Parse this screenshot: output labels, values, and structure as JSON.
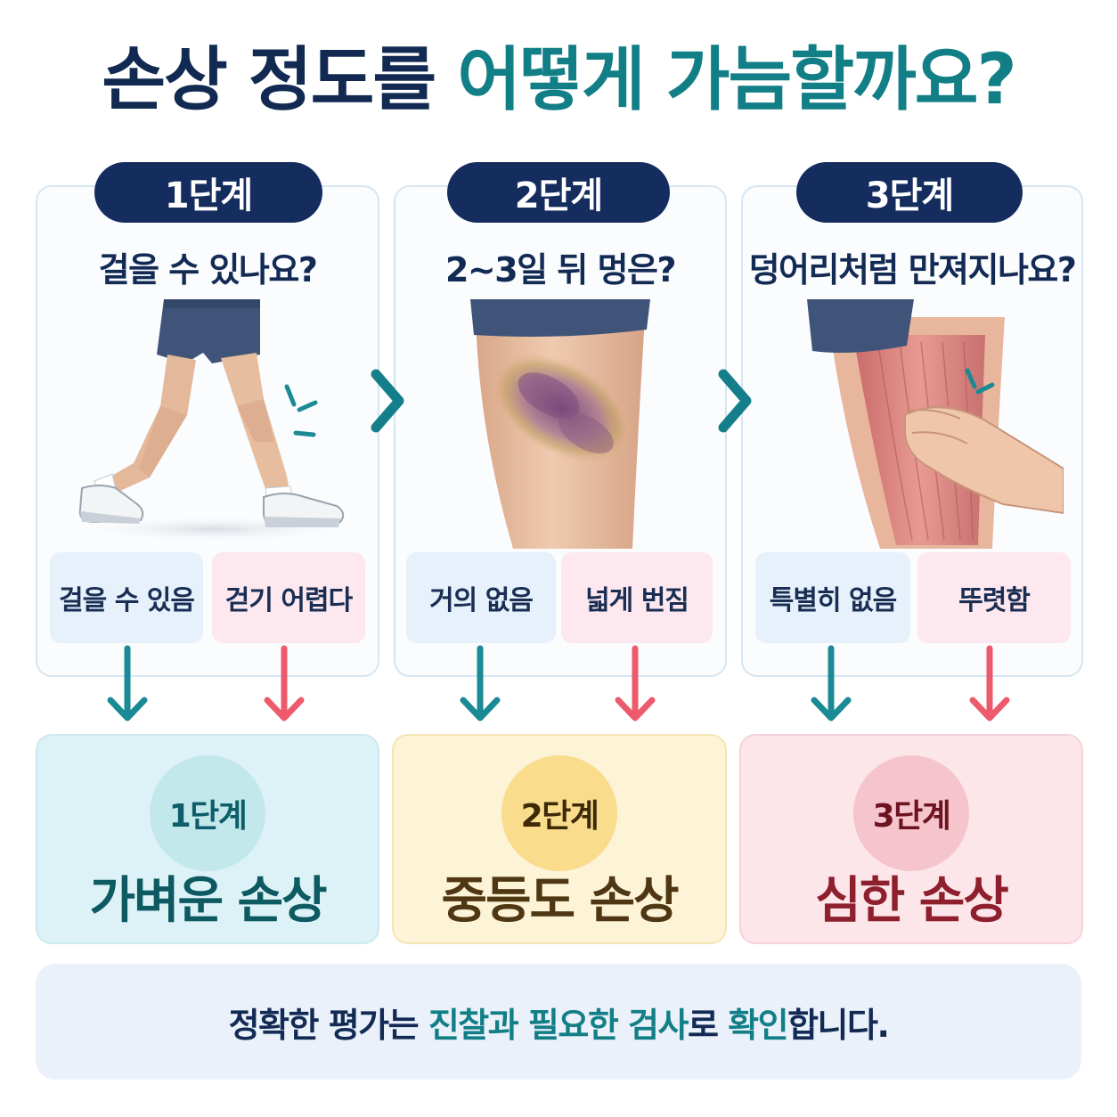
{
  "title": {
    "part1": "손상 정도를",
    "part2": "어떻게 가늠할까요?"
  },
  "colors": {
    "navy": "#142d5e",
    "teal_accent": "#127e86",
    "arrow_teal": "#1a8a95",
    "arrow_pink": "#ec5a6c",
    "mild_bg": "#dcf2f6",
    "moderate_bg": "#fdf3d6",
    "severe_bg": "#fce6ea"
  },
  "stages": [
    {
      "label": "1단계",
      "question": "걸을 수 있나요?",
      "illustration": "walking-legs",
      "options": [
        "걸을 수 있음",
        "걷기 어렵다"
      ]
    },
    {
      "label": "2단계",
      "question": "2~3일 뒤 멍은?",
      "illustration": "bruised-thigh",
      "options": [
        "거의 없음",
        "넓게 번짐"
      ]
    },
    {
      "label": "3단계",
      "question": "덩어리처럼 만져지나요?",
      "illustration": "palpating-thigh-muscle",
      "options": [
        "특별히 없음",
        "뚜렷함"
      ]
    }
  ],
  "results": [
    {
      "badge": "1단계",
      "label": "가벼운 손상"
    },
    {
      "badge": "2단계",
      "label": "중등도 손상"
    },
    {
      "badge": "3단계",
      "label": "심한 손상"
    }
  ],
  "footer": {
    "part1": "정확한 평가는",
    "part2": "진찰과 필요한 검사",
    "part3": "로",
    "part4": "확인",
    "part5": "합니다."
  },
  "icons": {
    "chevron": "chevron-right-icon",
    "arrow_down": "arrow-down-icon"
  }
}
